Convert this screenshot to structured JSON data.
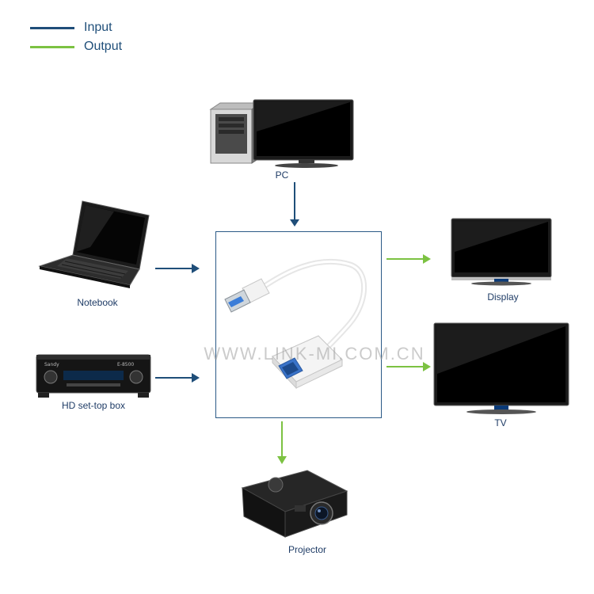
{
  "colors": {
    "input": "#1f4e79",
    "output": "#7cc242",
    "frame": "#2b5a86"
  },
  "legend": {
    "input_label": "Input",
    "output_label": "Output"
  },
  "devices": {
    "pc": "PC",
    "notebook": "Notebook",
    "set_top_box": "HD set-top box",
    "display": "Display",
    "tv": "TV",
    "projector": "Projector"
  },
  "watermark": "WWW.LINK-MI.COM.CN",
  "set_top_box_brand": "Sandy",
  "set_top_box_model": "E-8500"
}
